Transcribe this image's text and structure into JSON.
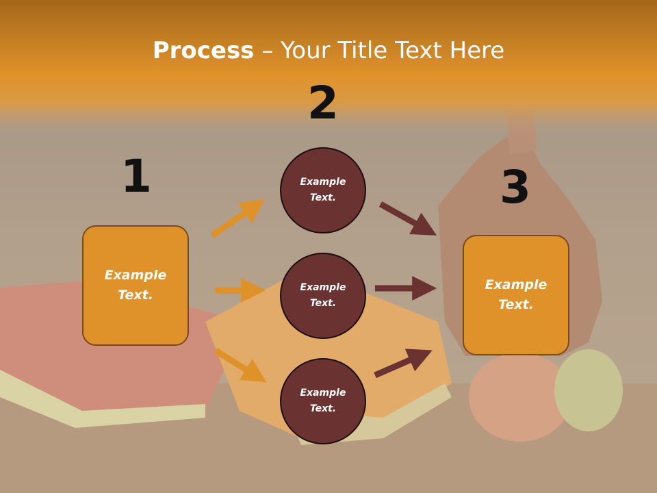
{
  "title": {
    "bold": "Process",
    "rest": " – Your Title Text Here"
  },
  "steps": [
    {
      "number": "1",
      "box": {
        "line1": "Example",
        "line2": "Text."
      }
    },
    {
      "number": "2",
      "circles": [
        {
          "line1": "Example",
          "line2": "Text."
        },
        {
          "line1": "Example",
          "line2": "Text."
        },
        {
          "line1": "Example",
          "line2": "Text."
        }
      ]
    },
    {
      "number": "3",
      "box": {
        "line1": "Example",
        "line2": "Text."
      }
    }
  ],
  "colors": {
    "banner": "#e0922a",
    "box_fill": "#e0922a",
    "circle_fill": "#6b3232",
    "arrow_orange": "#e0922a",
    "arrow_maroon": "#6b3232"
  }
}
